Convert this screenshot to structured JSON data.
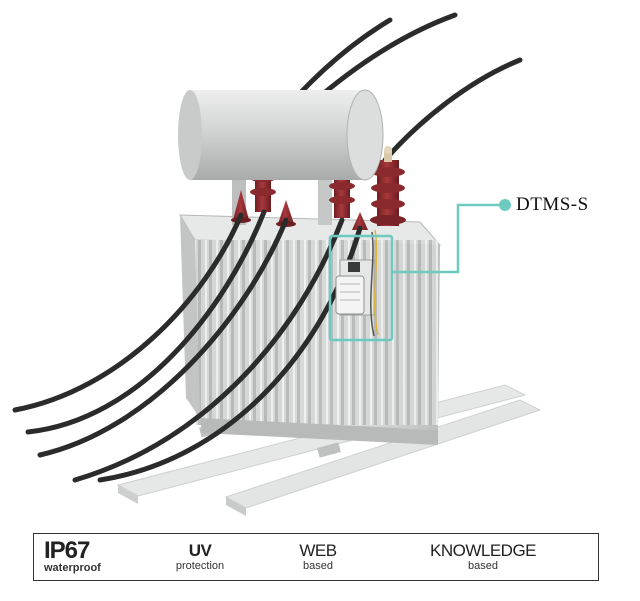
{
  "callout": {
    "label": "DTMS-S",
    "color": "#6ec9bf"
  },
  "features": {
    "ip67": {
      "main": "IP67",
      "sub": "waterproof"
    },
    "uv": {
      "main": "UV",
      "sub": "protection"
    },
    "web": {
      "main": "WEB",
      "sub": "based"
    },
    "knowledge": {
      "main": "KNOWLEDGE",
      "sub": "based"
    }
  },
  "colors": {
    "tank": "#d9dada",
    "bushing": "#8b2a2e",
    "cable": "#2b2b2b",
    "accent": "#6ec9bf"
  }
}
